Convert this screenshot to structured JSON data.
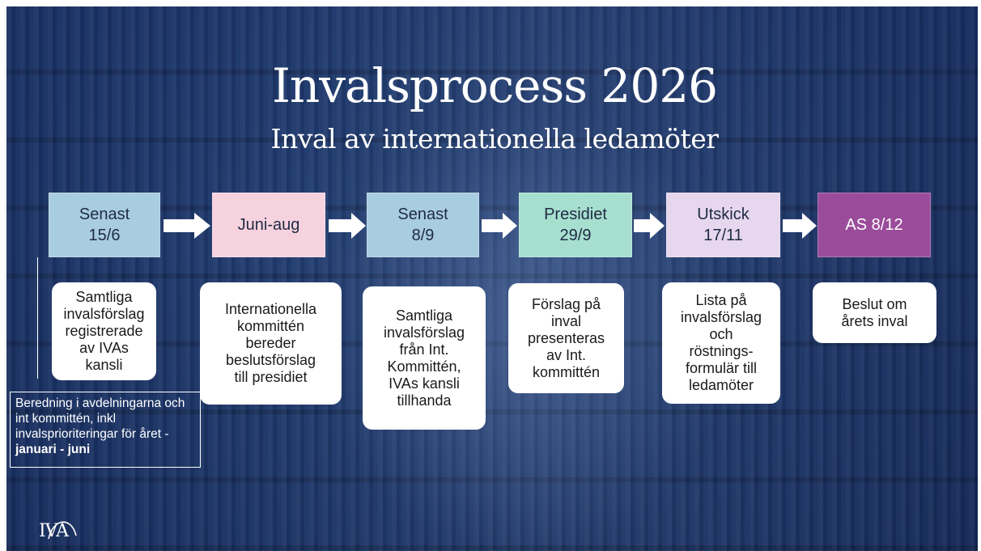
{
  "slide": {
    "title": "Invalsprocess 2026",
    "subtitle": "Inval av internationella ledamöter"
  },
  "steps": [
    {
      "label": "Senast\n15/6",
      "color": "#a9cde0",
      "description": "Samtliga\ninvalsförslag\nregistrerade\nav IVAs\nkansli"
    },
    {
      "label": "Juni-aug",
      "color": "#f6d2de",
      "description": "Internationella\nkommittén\nbereder\nbeslutsförslag\ntill presidiet"
    },
    {
      "label": "Senast\n8/9",
      "color": "#a9cde0",
      "description": "Samtliga\ninvalsförslag\nfrån Int.\nKommittén,\nIVAs kansli\ntillhanda"
    },
    {
      "label": "Presidiet\n29/9",
      "color": "#a7dfcf",
      "description": "Förslag på\ninval\npresenteras\nav Int.\nkommittén"
    },
    {
      "label": "Utskick\n17/11",
      "color": "#e6d7ee",
      "description": "Lista på\ninvalsförslag\noch\nröstnings-\nformulär till\nledamöter"
    },
    {
      "label": "AS 8/12",
      "color": "#9a4c9a",
      "description": "Beslut om\nårets inval"
    }
  ],
  "note": {
    "text": "Beredning i avdelningarna och int kommittén, inkl invalsprioriteringar för året - ",
    "emphasis": "januari - juni"
  },
  "logo": {
    "text": "IVA"
  }
}
